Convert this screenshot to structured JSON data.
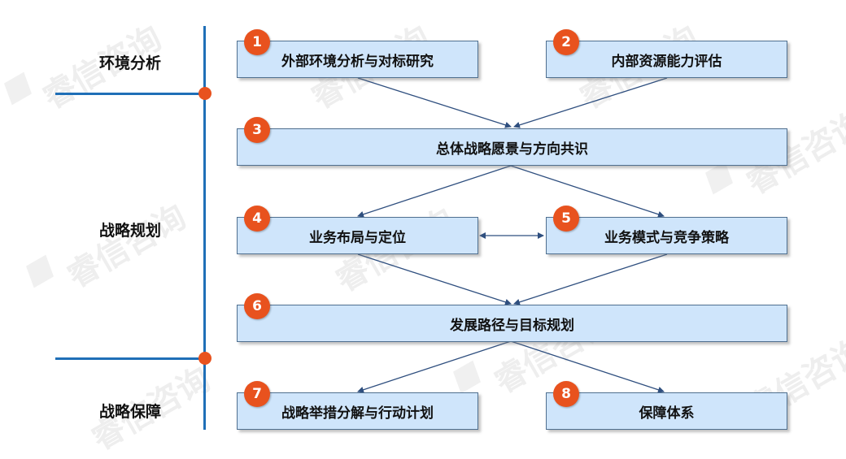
{
  "watermark_text": "睿信咨询",
  "phases": [
    {
      "label": "环境分析"
    },
    {
      "label": "战略规划"
    },
    {
      "label": "战略保障"
    }
  ],
  "steps": [
    {
      "num": "1",
      "label": "外部环境分析与对标研究"
    },
    {
      "num": "2",
      "label": "内部资源能力评估"
    },
    {
      "num": "3",
      "label": "总体战略愿景与方向共识"
    },
    {
      "num": "4",
      "label": "业务布局与定位"
    },
    {
      "num": "5",
      "label": "业务模式与竞争策略"
    },
    {
      "num": "6",
      "label": "发展路径与目标规划"
    },
    {
      "num": "7",
      "label": "战略举措分解与行动计划"
    },
    {
      "num": "8",
      "label": "保障体系"
    }
  ],
  "colors": {
    "accent": "#e8521e",
    "line": "#1f6fb7",
    "box_fill": "#cfe5fb",
    "arrow": "#2f4f7f"
  }
}
